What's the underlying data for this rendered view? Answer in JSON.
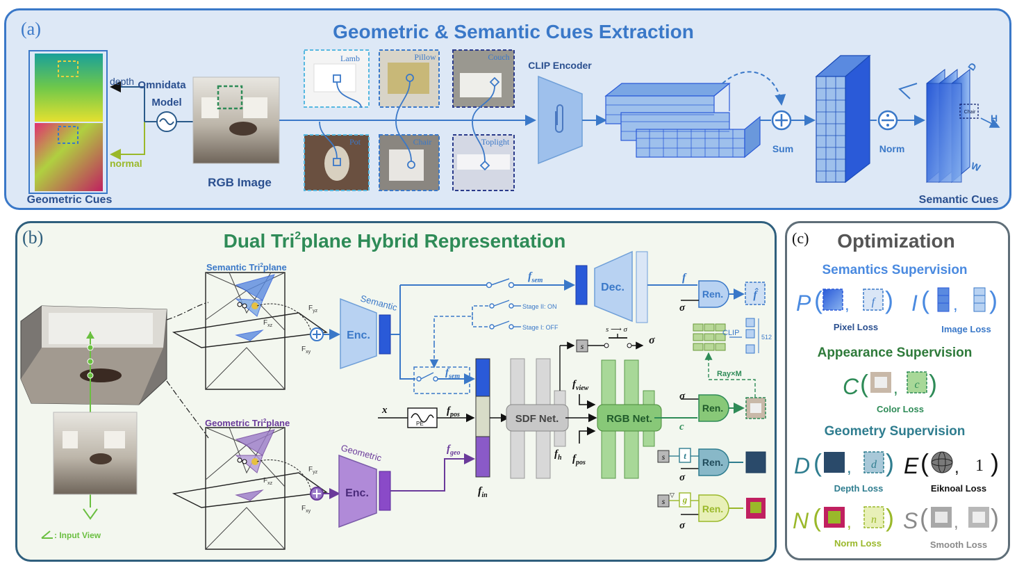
{
  "panel_a": {
    "letter": "(a)",
    "title": "Geometric & Semantic Cues Extraction",
    "geometric_cues": "Geometric Cues",
    "depth": "depth",
    "normal": "normal",
    "omnidata_model_1": "Omnidata",
    "omnidata_model_2": "Model",
    "rgb_image": "RGB Image",
    "crops": [
      "Lamb",
      "Pillow",
      "Couch",
      "Pot",
      "Chair",
      "Toplight"
    ],
    "clip_encoder": "CLIP Encoder",
    "sum": "Sum",
    "norm": "Norm",
    "chair_small": "Chair",
    "dims": [
      "D",
      "H",
      "W"
    ],
    "semantic_cues": "Semantic Cues"
  },
  "panel_b": {
    "letter": "(b)",
    "title_pre": "Dual Tri",
    "title_sup": "2",
    "title_post": "plane Hybrid Representation",
    "semantic_triplane_pre": "Semantic Tri",
    "semantic_triplane_post": "plane",
    "geometric_triplane_pre": "Geometric Tri",
    "geometric_triplane_post": "plane",
    "sup2": "2",
    "semantic": "Semantic",
    "geometric": "Geometric",
    "enc": "Enc.",
    "dec": "Dec.",
    "f_sem": "sem",
    "f": "f",
    "stage_on": "Stage II: ON",
    "stage_off": "Stage I: OFF",
    "x": "x",
    "pe": "PE",
    "f_pos": "pos",
    "f_geo": "geo",
    "f_in": "in",
    "f_h": "h",
    "f_view": "view",
    "sdf_net": "SDF Net.",
    "rgb_net": "RGB Net.",
    "s": "s",
    "s_to_sigma": "s ⟶ σ",
    "sigma": "σ",
    "c": "c",
    "t": "t",
    "g": "g",
    "nabla": "▽",
    "ren": "Ren.",
    "clip": "CLIP",
    "n512": "512",
    "ray_m": "Ray×M",
    "f_hat": "f̂",
    "fyz": "F",
    "fyz_sub": "yz",
    "fxz_sub": "xz",
    "fxy_sub": "xy",
    "input_view": ": Input View"
  },
  "panel_c": {
    "letter": "(c)",
    "title": "Optimization",
    "semantics_supervision": "Semantics Supervision",
    "appearance_supervision": "Appearance Supervision",
    "geometry_supervision": "Geometry Supervision",
    "P": "P",
    "I": "I",
    "C": "C",
    "D": "D",
    "E": "E",
    "N": "N",
    "S": "S",
    "one": "1",
    "f_hat": "f",
    "c_hat": "c",
    "d_hat": "d",
    "n_hat": "n",
    "pixel_loss": "Pixel Loss",
    "image_loss": "Image Loss",
    "color_loss": "Color Loss",
    "depth_loss": "Depth Loss",
    "eikonal_loss": "Eiknoal Loss",
    "norm_loss": "Norm Loss",
    "smooth_loss": "Smooth Loss"
  },
  "colors": {
    "blue": "#3a78c8",
    "green": "#2e8b57",
    "purple": "#6a3a9a",
    "lime": "#9ab82a",
    "teal": "#2f7d8f"
  }
}
